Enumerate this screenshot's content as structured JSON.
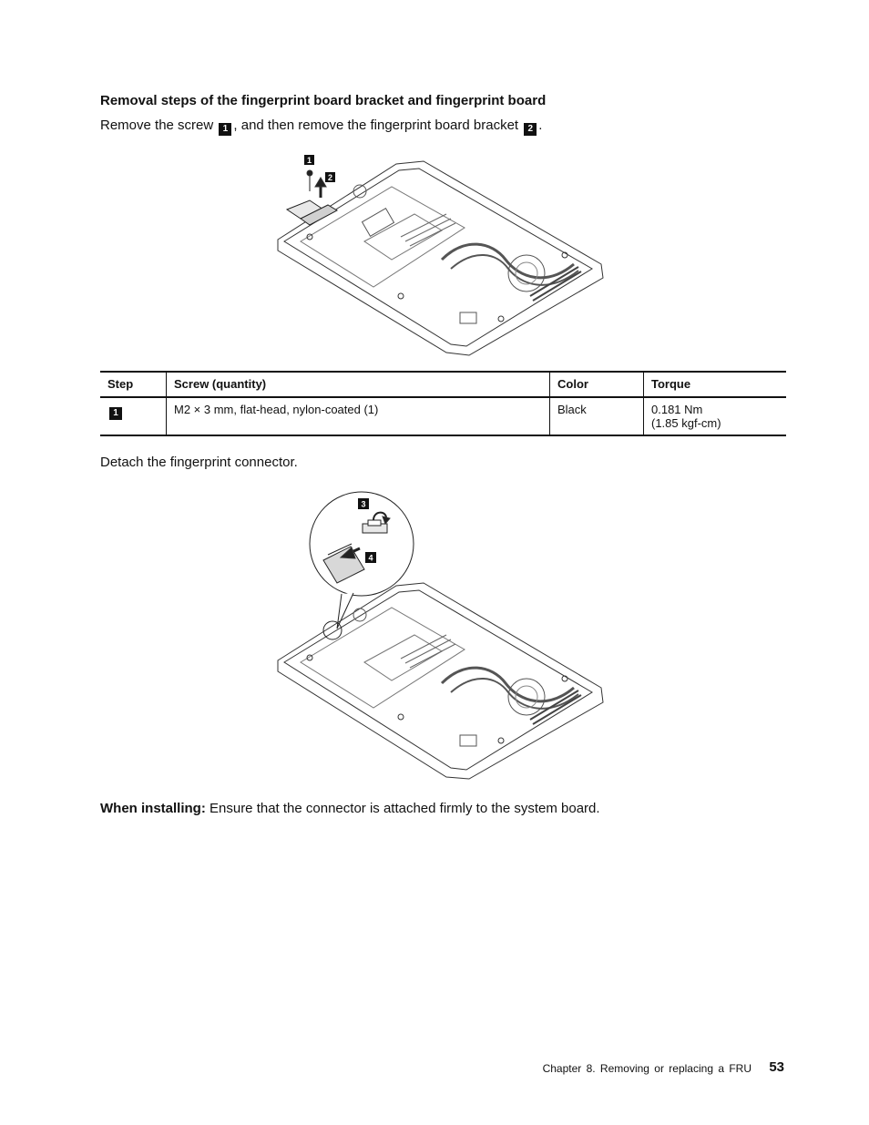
{
  "heading": "Removal steps of the fingerprint board bracket and fingerprint board",
  "step1_text": {
    "before": "Remove the screw",
    "callout_a": "1",
    "middle": ", and then remove the fingerprint board bracket",
    "callout_b": "2",
    "after": "."
  },
  "figure1": {
    "callouts": [
      "1",
      "2"
    ]
  },
  "screw_table": {
    "headers": [
      "Step",
      "Screw (quantity)",
      "Color",
      "Torque"
    ],
    "rows": [
      {
        "step": "1",
        "screw": "M2 × 3 mm, flat-head, nylon-coated (1)",
        "color": "Black",
        "torque_line1": "0.181 Nm",
        "torque_line2": "(1.85 kgf-cm)"
      }
    ]
  },
  "step2_text": "Detach the fingerprint connector.",
  "figure2": {
    "callouts": [
      "3",
      "4"
    ]
  },
  "installing": {
    "label": "When installing:",
    "text": "Ensure that the connector is attached firmly to the system board."
  },
  "footer": {
    "chapter": "Chapter 8. Removing or replacing a FRU",
    "page": "53"
  }
}
